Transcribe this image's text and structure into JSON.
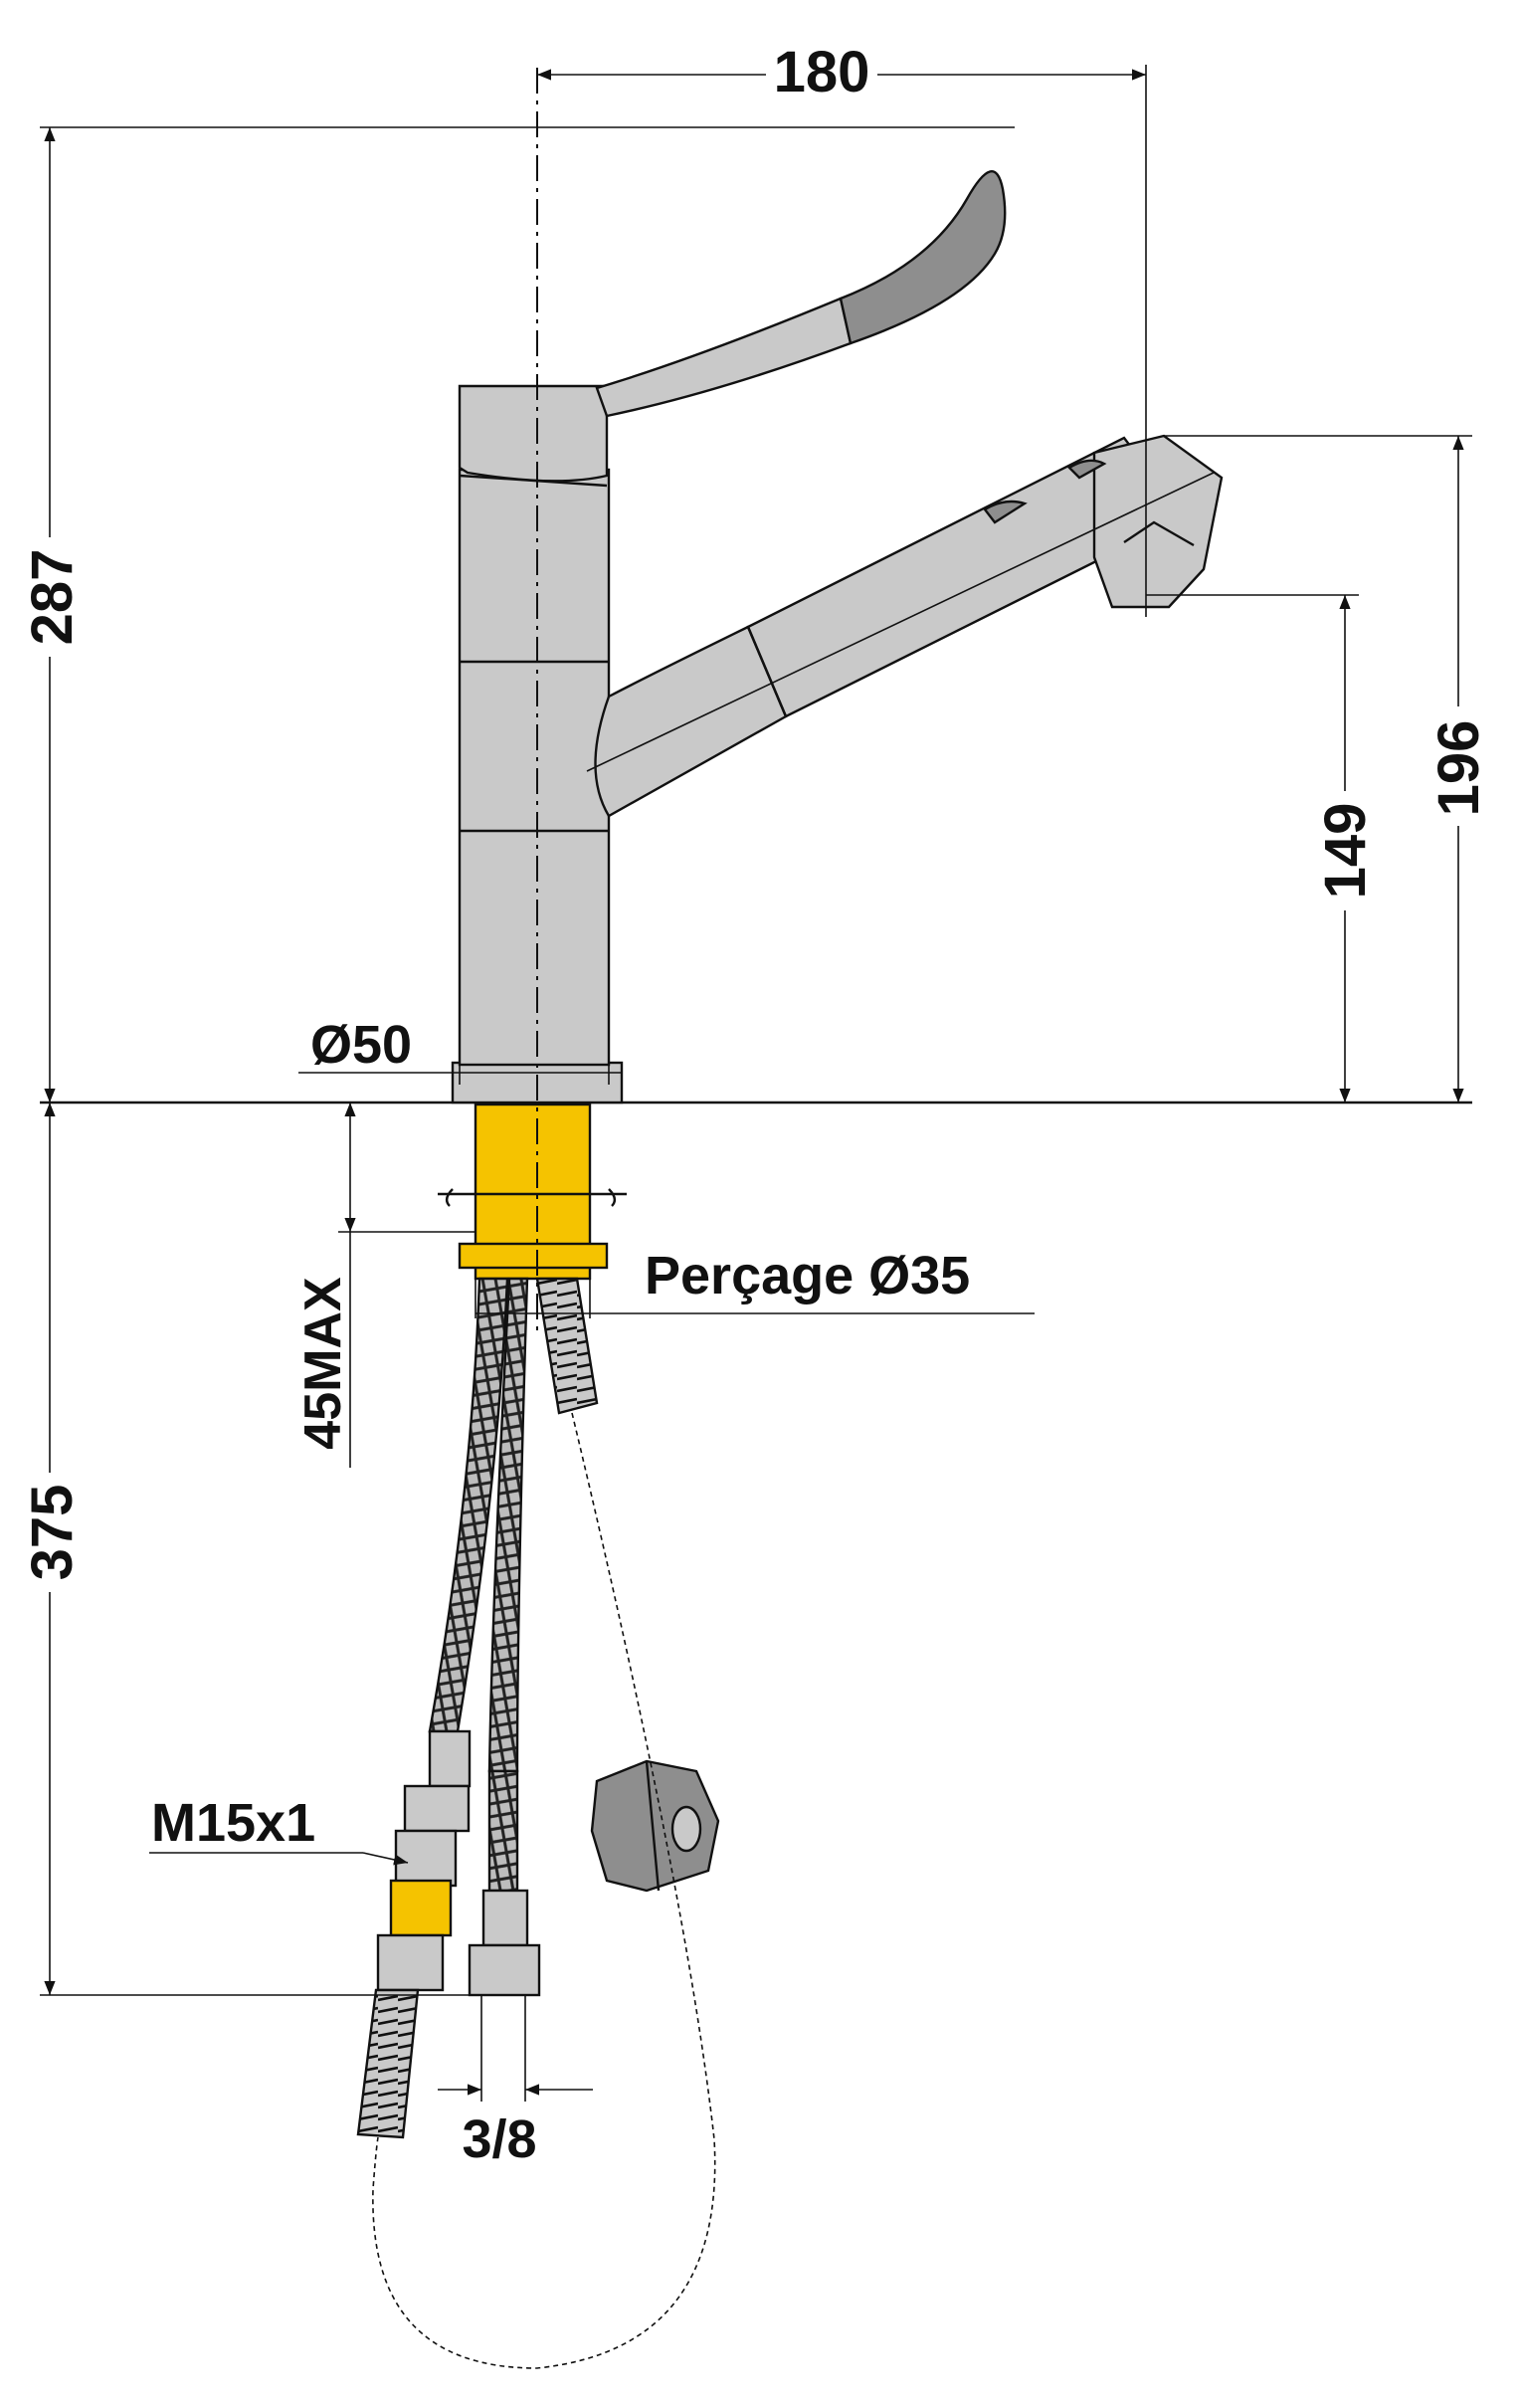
{
  "dimensions": {
    "top_width": "180",
    "total_height": "287",
    "spout_height_outer": "196",
    "spout_height_inner": "149",
    "base_diameter": "Ø50",
    "under_sink_length": "375",
    "max_deck_thickness": "45MAX",
    "drilling": "Perçage Ø35",
    "thread_left": "M15x1",
    "thread_right": "3/8"
  },
  "colors": {
    "body": "#c9c9c9",
    "lever_tip": "#8e8e8e",
    "brass_fitting": "#f5c300",
    "lines": "#111111"
  }
}
